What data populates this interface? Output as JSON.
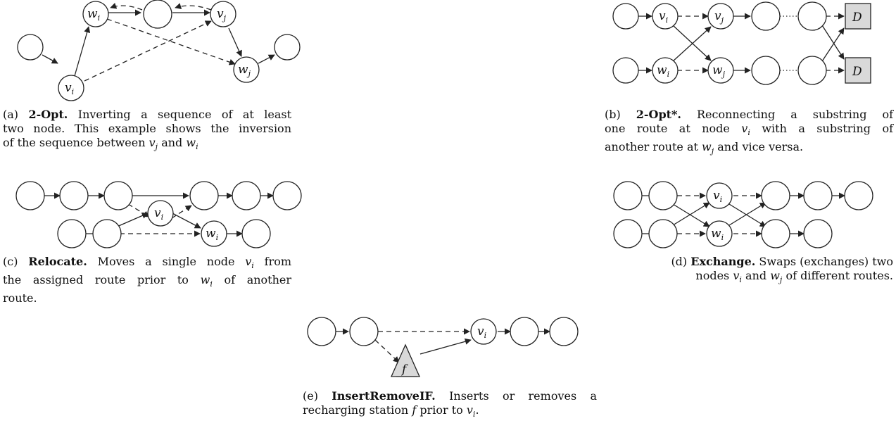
{
  "node_labels": {
    "v_i": {
      "base": "v",
      "sub": "i"
    },
    "v_j": {
      "base": "v",
      "sub": "j"
    },
    "w_i": {
      "base": "w",
      "sub": "i"
    },
    "w_j": {
      "base": "w",
      "sub": "j"
    },
    "D": "D",
    "f": "f"
  },
  "captions": {
    "a": {
      "num": "(a)",
      "title": "2-Opt.",
      "line1": "Inverting a sequence of at least",
      "line2": "two node. This example shows the inversion",
      "line3": "of the sequence between",
      "var1": "v",
      "var1_sub": "j",
      "mid": "and",
      "var2": "w",
      "var2_sub": "i"
    },
    "b": {
      "num": "(b)",
      "title": "2-Opt*.",
      "line1": "Reconnecting a substring of",
      "line2a": "one route at node",
      "var1": "v",
      "var1_sub": "i",
      "line2b": "with a substring of",
      "line3a": "another route at",
      "var2": "w",
      "var2_sub": "j",
      "line3b": "and vice versa."
    },
    "c": {
      "num": "(c)",
      "title": "Relocate.",
      "line1": "Moves a single node",
      "var1": "v",
      "var1_sub": "i",
      "line1b": "from",
      "line2a": "the assigned route prior to",
      "var2": "w",
      "var2_sub": "i",
      "line2b": "of another",
      "line3": "route."
    },
    "d": {
      "num": "(d)",
      "title": "Exchange.",
      "line1": "Swaps (exchanges) two",
      "line2a": "nodes",
      "var1": "v",
      "var1_sub": "i",
      "mid": "and",
      "var2": "w",
      "var2_sub": "j",
      "line2b": "of different routes."
    },
    "e": {
      "num": "(e)",
      "title": "InsertRemoveIF.",
      "line1": "Inserts or removes a",
      "line2a": "recharging station",
      "var1": "f",
      "line2b": "prior to",
      "var2": "v",
      "var2_sub": "i",
      "line2c": "."
    }
  }
}
